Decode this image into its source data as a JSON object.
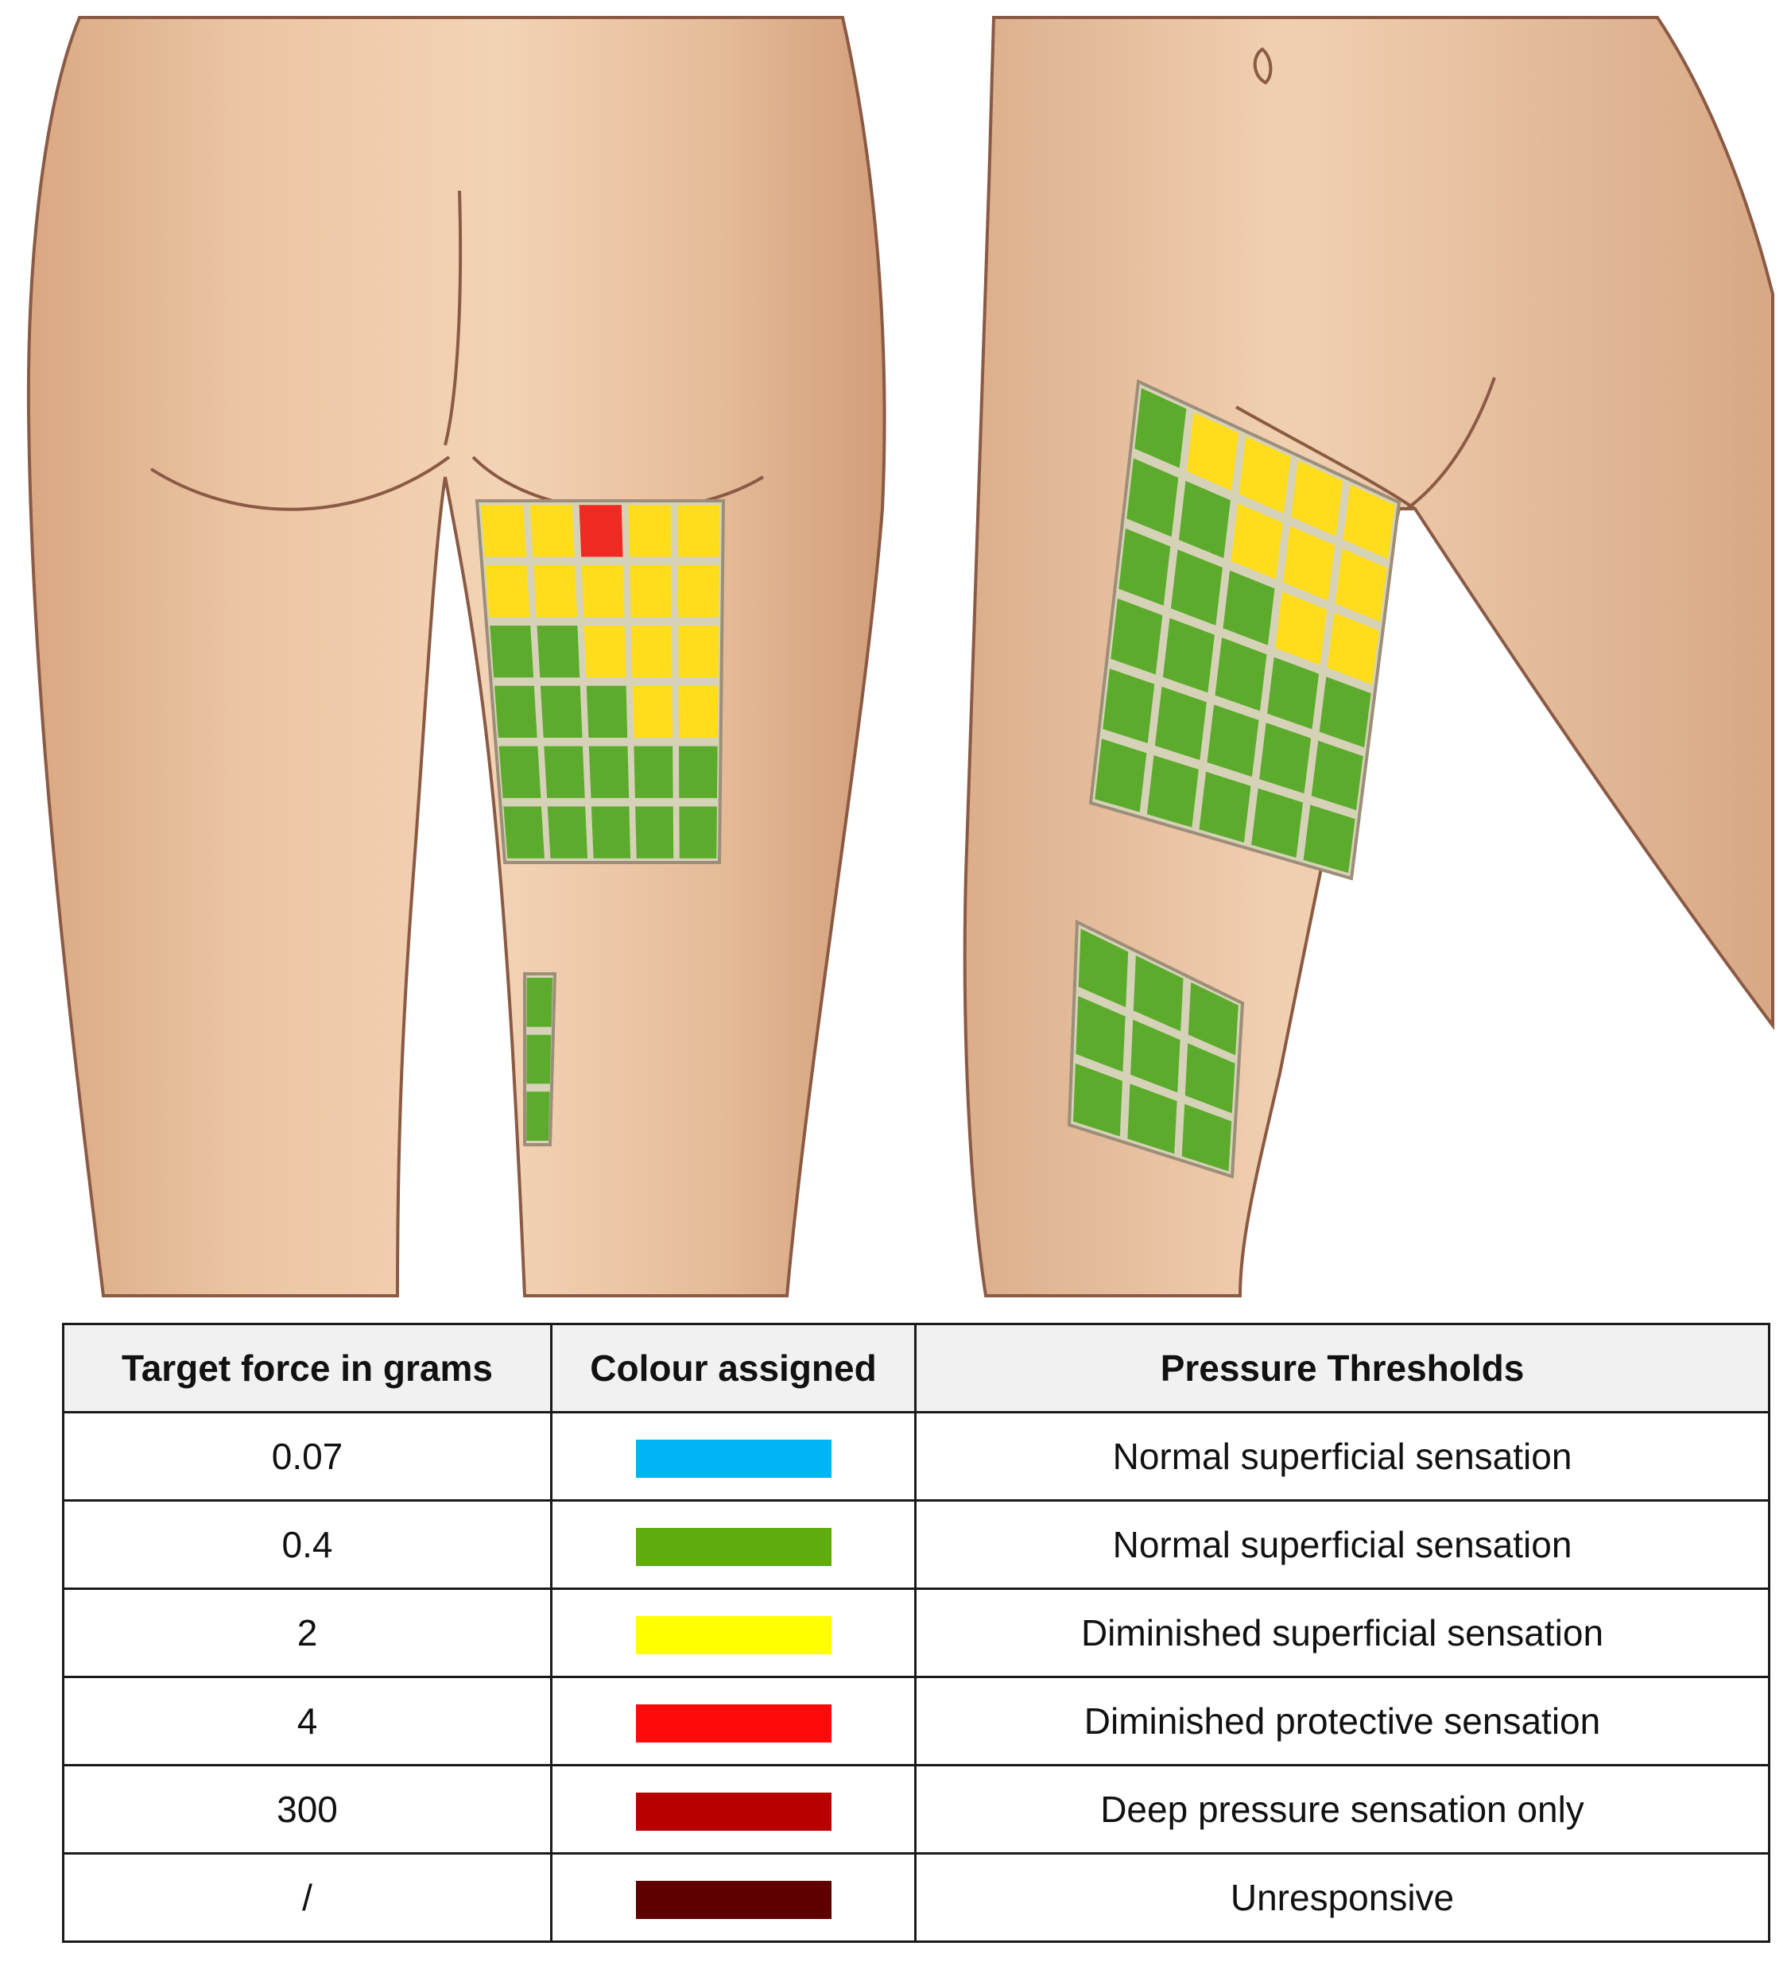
{
  "legend": {
    "headers": {
      "force": "Target force in grams",
      "colour": "Colour assigned",
      "threshold": "Pressure Thresholds"
    },
    "rows": [
      {
        "force": "0.07",
        "color": "#00b4f5",
        "threshold": "Normal superficial sensation"
      },
      {
        "force": "0.4",
        "color": "#5fac0e",
        "threshold": "Normal superficial sensation"
      },
      {
        "force": "2",
        "color": "#ffff00",
        "threshold": "Diminished superficial sensation"
      },
      {
        "force": "4",
        "color": "#ff0a0a",
        "threshold": "Diminished protective sensation"
      },
      {
        "force": "300",
        "color": "#b80000",
        "threshold": "Deep pressure sensation only"
      },
      {
        "force": "/",
        "color": "#5e0000",
        "threshold": "Unresponsive"
      }
    ]
  },
  "colors": {
    "skin": "#efc9a8",
    "skin_shade": "#d9a883",
    "outline": "#8a5a45",
    "grid_line": "#d6d2b8",
    "green": "#5cab2c",
    "green_light": "#6cb84a",
    "yellow": "#ffdc1c",
    "red": "#ee2a22"
  },
  "maps": {
    "posterior_upper": [
      [
        "yellow",
        "yellow",
        "red",
        "yellow",
        "yellow"
      ],
      [
        "yellow",
        "yellow",
        "yellow",
        "yellow",
        "yellow"
      ],
      [
        "green",
        "green",
        "yellow",
        "yellow",
        "yellow"
      ],
      [
        "green",
        "green",
        "green",
        "yellow",
        "yellow"
      ],
      [
        "green",
        "green",
        "green",
        "green",
        "green"
      ],
      [
        "green",
        "green",
        "green",
        "green",
        "green"
      ]
    ],
    "posterior_lower": [
      [
        "green"
      ],
      [
        "green"
      ],
      [
        "green"
      ]
    ],
    "anterior_upper": [
      [
        "green",
        "yellow",
        "yellow",
        "yellow",
        "yellow"
      ],
      [
        "green",
        "green",
        "yellow",
        "yellow",
        "yellow"
      ],
      [
        "green",
        "green",
        "green",
        "yellow",
        "yellow"
      ],
      [
        "green",
        "green",
        "green",
        "green",
        "green"
      ],
      [
        "green",
        "green",
        "green",
        "green",
        "green"
      ],
      [
        "green",
        "green",
        "green",
        "green",
        "green"
      ]
    ],
    "anterior_lower": [
      [
        "green",
        "green",
        "green"
      ],
      [
        "green",
        "green",
        "green"
      ],
      [
        "green",
        "green",
        "green"
      ]
    ]
  }
}
